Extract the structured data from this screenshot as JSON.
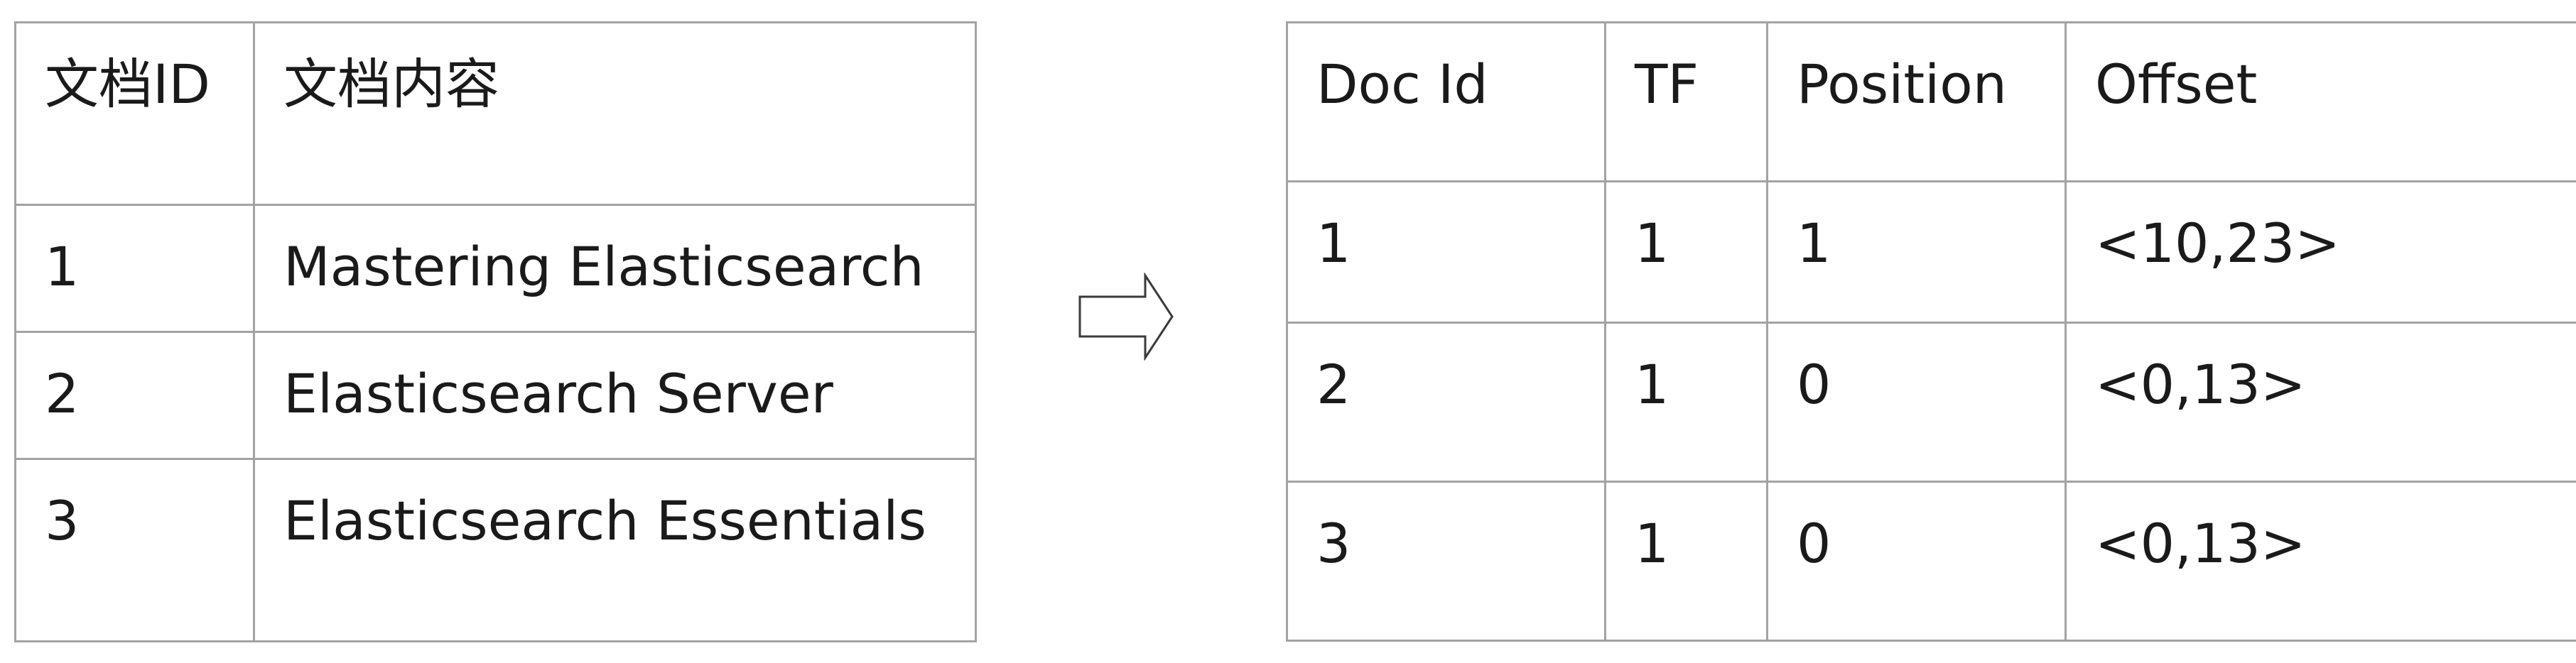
{
  "documents_table": {
    "headers": [
      "文档ID",
      "文档内容"
    ],
    "rows": [
      [
        "1",
        "Mastering Elasticsearch"
      ],
      [
        "2",
        "Elasticsearch Server"
      ],
      [
        "3",
        "Elasticsearch Essentials"
      ]
    ]
  },
  "arrow": {
    "icon": "right-arrow-outline-icon"
  },
  "postings_table": {
    "headers": [
      "Doc Id",
      "TF",
      "Position",
      "Offset"
    ],
    "rows": [
      [
        "1",
        "1",
        "1",
        "<10,23>"
      ],
      [
        "2",
        "1",
        "0",
        "<0,13>"
      ],
      [
        "3",
        "1",
        "0",
        "<0,13>"
      ]
    ]
  },
  "colors": {
    "border": "#a3a3a3",
    "text": "#1a1a1a",
    "background": "#ffffff"
  }
}
